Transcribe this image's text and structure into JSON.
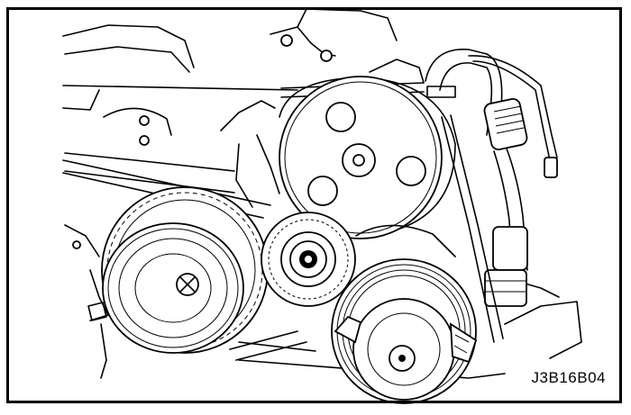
{
  "figure": {
    "code": "J3B16B04",
    "colors": {
      "ink": "#000000",
      "paper": "#ffffff"
    },
    "parts": [
      "engine-block",
      "power-steering-pump-pulley",
      "drive-belt",
      "crankshaft-pulley",
      "timing-gear",
      "belt-tensioner-pulley",
      "ac-compressor-pulley",
      "ac-hose",
      "wiring-harness"
    ]
  }
}
